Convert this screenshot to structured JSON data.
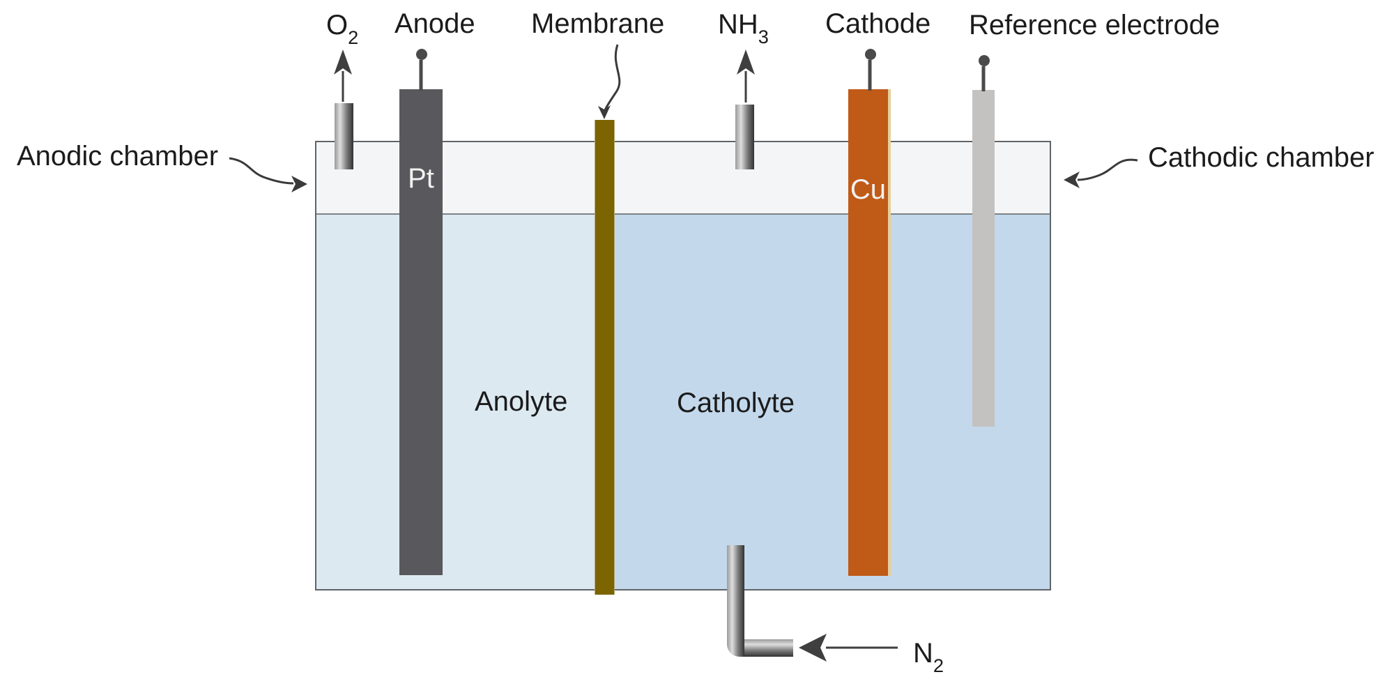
{
  "diagram": {
    "type": "electrochemical-cell-schematic",
    "labels": {
      "o2": {
        "main": "O",
        "sub": "2"
      },
      "anode": "Anode",
      "membrane": "Membrane",
      "nh3": {
        "main": "NH",
        "sub": "3"
      },
      "cathode": "Cathode",
      "reference_electrode": "Reference electrode",
      "anodic_chamber": "Anodic chamber",
      "cathodic_chamber": "Cathodic chamber",
      "anolyte": "Anolyte",
      "catholyte": "Catholyte",
      "n2": {
        "main": "N",
        "sub": "2"
      },
      "anode_material": "Pt",
      "cathode_material": "Cu"
    },
    "colors": {
      "membrane": "#7c6401",
      "anode_pt": "#59585c",
      "cathode_cu": "#c05a17",
      "reference": "#c3c2c1",
      "anolyte": "#dce9f1",
      "catholyte": "#c3d8eb",
      "headspace": "#f4f5f6",
      "tank_border": "#5f6368",
      "line": "#3f3f3f"
    }
  }
}
